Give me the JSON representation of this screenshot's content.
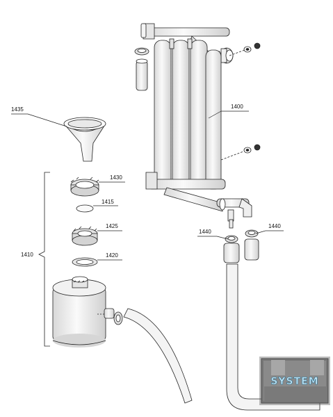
{
  "diagram": {
    "labels": {
      "p1400": "1400",
      "p1410": "1410",
      "p1415": "1415",
      "p1420": "1420",
      "p1425": "1425",
      "p1430": "1430",
      "p1435": "1435",
      "p1440_left": "1440",
      "p1440_right": "1440"
    },
    "logo": {
      "text": "SYSTEM"
    }
  },
  "colors": {
    "line": "#222222",
    "part_fill": "#f4f4f4",
    "shade": "#dcdcdc",
    "logo_bg": "#8a8a8a",
    "logo_text": "#bfe4f5"
  }
}
